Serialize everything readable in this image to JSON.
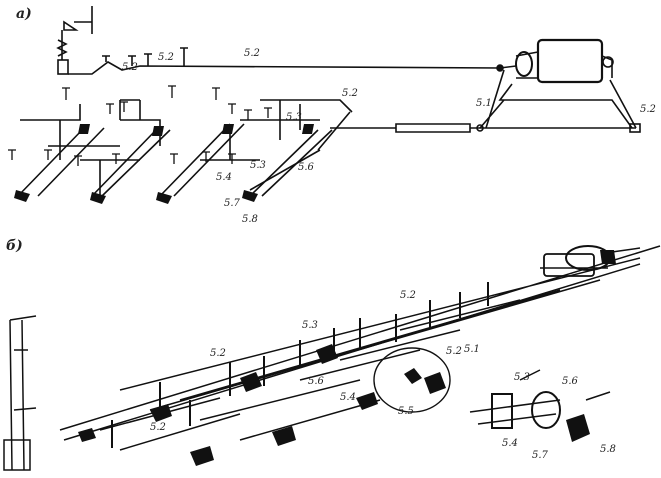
{
  "panels": {
    "a": {
      "label": "а)"
    },
    "b": {
      "label": "б)"
    }
  },
  "callouts_a": {
    "c52_left": "5.2",
    "c52_mid": "5.2",
    "c52_top": "5.2",
    "c52_right": "5.2",
    "c52_far": "5.2",
    "c51": "5.1",
    "c53": "5.3",
    "c53b": "5.3",
    "c54": "5.4",
    "c56": "5.6",
    "c57": "5.7",
    "c58": "5.8"
  },
  "callouts_b": {
    "c52_top": "5.2",
    "c52_mid": "5.2",
    "c52_left": "5.2",
    "c52_right": "5.2",
    "c51": "5.1",
    "c53": "5.3",
    "c56": "5.6",
    "c54": "5.4",
    "c55": "5.5",
    "c53_detail": "5.3",
    "c56_detail": "5.6",
    "c54_detail": "5.4",
    "c57_detail": "5.7",
    "c58_detail": "5.8"
  }
}
